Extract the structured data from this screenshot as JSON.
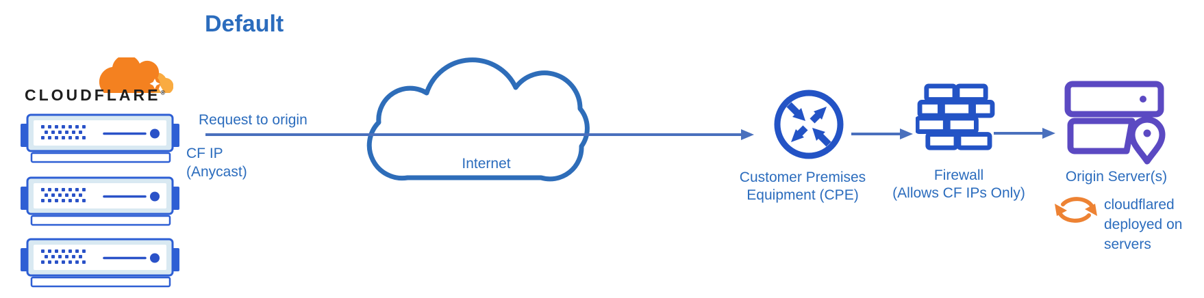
{
  "title": "Default",
  "colors": {
    "text_blue": "#2b6cbd",
    "line_blue": "#4a70bd",
    "cloud_stroke": "#2e6db9",
    "royal_blue": "#2353c5",
    "server_blue": "#2e5fd4",
    "server_fill": "#d9e9f2",
    "dot_blue": "#2a52c8",
    "purple": "#5b49c2",
    "sync_orange": "#ed8233",
    "logo_orange": "#f48120",
    "logo_orange_light": "#f9ab41",
    "wordmark_black": "#1e1e1e"
  },
  "cloudflare": {
    "wordmark": "CLOUDFLARE",
    "registered": "®"
  },
  "flow": {
    "request_label": "Request to origin",
    "cf_ip_line1": "CF IP",
    "cf_ip_line2": "(Anycast)",
    "internet_label": "Internet"
  },
  "nodes": {
    "cpe": {
      "line1": "Customer Premises",
      "line2": "Equipment (CPE)",
      "icon": "router-arrows-icon"
    },
    "firewall": {
      "line1": "Firewall",
      "line2": "(Allows CF IPs Only)",
      "icon": "brick-wall-icon"
    },
    "origin": {
      "label": "Origin Server(s)",
      "icon": "server-location-pin-icon"
    },
    "cloudflared": {
      "line1": "cloudflared",
      "line2": "deployed on",
      "line3": "servers",
      "icon": "sync-arrows-icon"
    }
  }
}
